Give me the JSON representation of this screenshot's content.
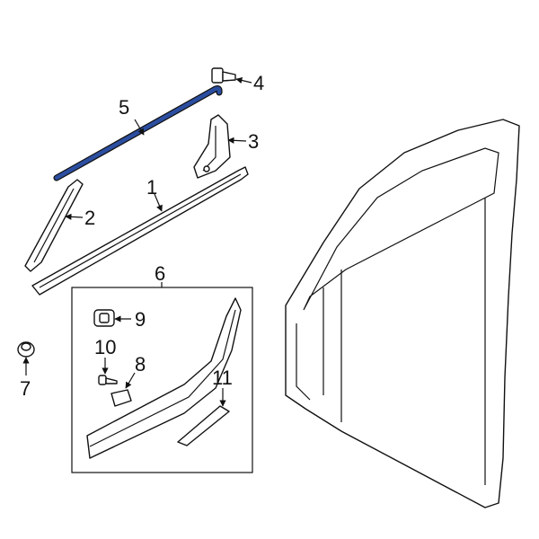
{
  "diagram": {
    "highlight_color": "#2b4ea0",
    "highlighted_part": "5",
    "callouts": [
      "1",
      "2",
      "3",
      "4",
      "5",
      "6",
      "7",
      "8",
      "9",
      "10",
      "11"
    ]
  }
}
